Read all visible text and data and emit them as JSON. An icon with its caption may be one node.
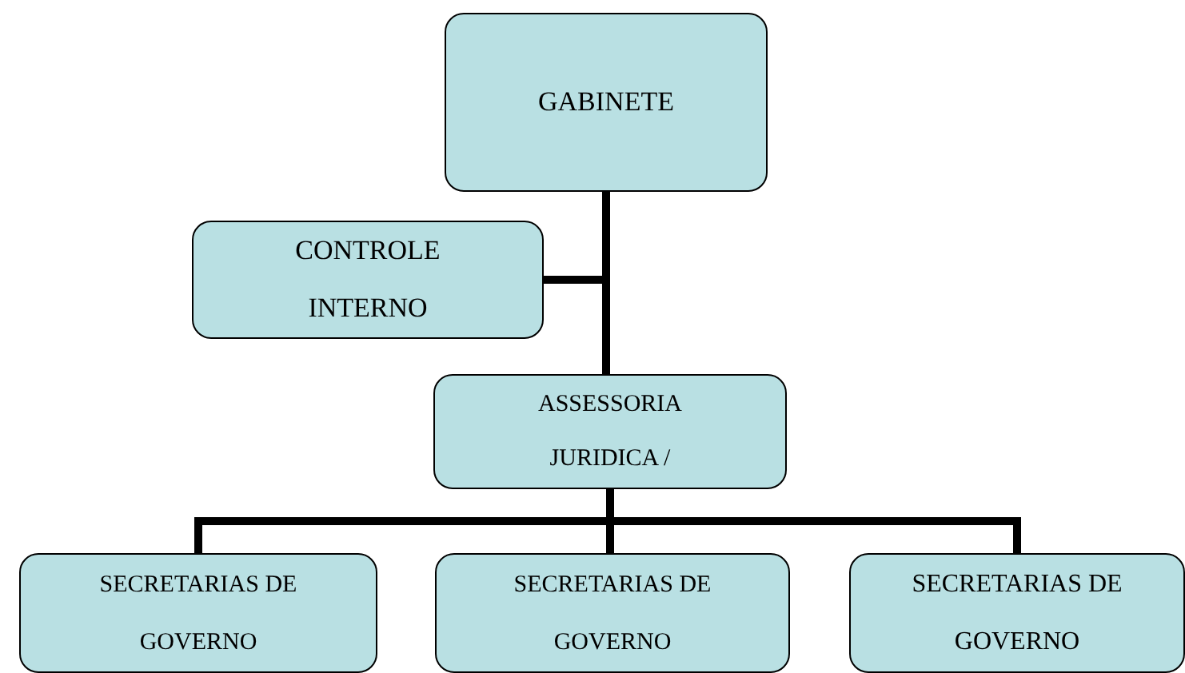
{
  "diagram": {
    "nodes": [
      {
        "text": [
          "GABINETE"
        ]
      },
      {
        "text": [
          "CONTROLE INTERNO"
        ]
      },
      {
        "text": [
          "ASSESSORIA JURIDICA /"
        ]
      },
      {
        "text": [
          "SECRETARIAS DE GOVERNO"
        ]
      },
      {
        "text": [
          "SECRETARIAS DE GOVERNO"
        ]
      },
      {
        "text": [
          "SECRETARIAS DE GOVERNO"
        ]
      }
    ],
    "edges": [
      {
        "from": 0,
        "to": 1,
        "arrow": "none"
      },
      {
        "from": 0,
        "to": 2,
        "arrow": "none"
      },
      {
        "from": 2,
        "to": 3,
        "arrow": "none"
      },
      {
        "from": 2,
        "to": 4,
        "arrow": "none"
      },
      {
        "from": 2,
        "to": 5,
        "arrow": "none"
      }
    ]
  }
}
